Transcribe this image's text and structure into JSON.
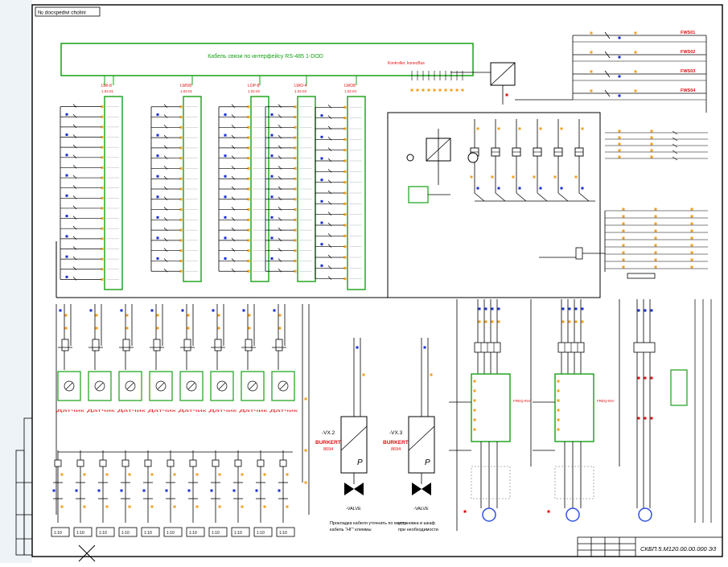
{
  "sheet": {
    "corner_tag": "№ docspedivi cholini",
    "drawing_code": "СКБП.5.М120.00.00.000 Э3"
  },
  "modbus_bus": {
    "label": "Кабель связи по интерфейсу RS-485 1-DOD",
    "side_label": "Kontroller, konecBus"
  },
  "io_modules": {
    "titles": [
      "LWI-8",
      "LW5/8",
      "LOP-8",
      "LWO-4",
      "LWO8"
    ],
    "tags": [
      "1.02.01",
      "1.02.01",
      "1.02.02",
      "1.02.03",
      "1.02.04"
    ]
  },
  "right_relays": [
    "FWS01",
    "FWS02",
    "FWS03",
    "FWS04"
  ],
  "sensor_labels": [
    "1:10",
    "1:10",
    "1:10",
    "1:10",
    "1:10",
    "1:10",
    "1:10",
    "1:10",
    "1:10",
    "1:10",
    "1:10"
  ],
  "sensor_strip_text": "Датчик Датчик Датчик Датчик Датчик Датчик Датчик Датчик",
  "valves": [
    {
      "tag": "-VX.2",
      "brand": "BURKERT",
      "model": "8694",
      "letter": "P",
      "bottom": "-VALVE"
    },
    {
      "tag": "-VX.3",
      "brand": "BURKERT",
      "model": "8694",
      "letter": "P",
      "bottom": "-VALVE"
    }
  ],
  "drives": [
    "FREQ-INV",
    "FREQ-INV"
  ],
  "footnotes": [
    "Прокладка кабеля уточнить по месту",
    "кабель “НГ” клеммы",
    "установка в шкаф",
    "при необходимости"
  ],
  "colors": {
    "wire": "#000000",
    "module_border": "#16a015",
    "terminal": "#f0a020",
    "tag_red": "#e01010",
    "tag_blue": "#1a2fd0",
    "motor_blue": "#3050e0"
  }
}
